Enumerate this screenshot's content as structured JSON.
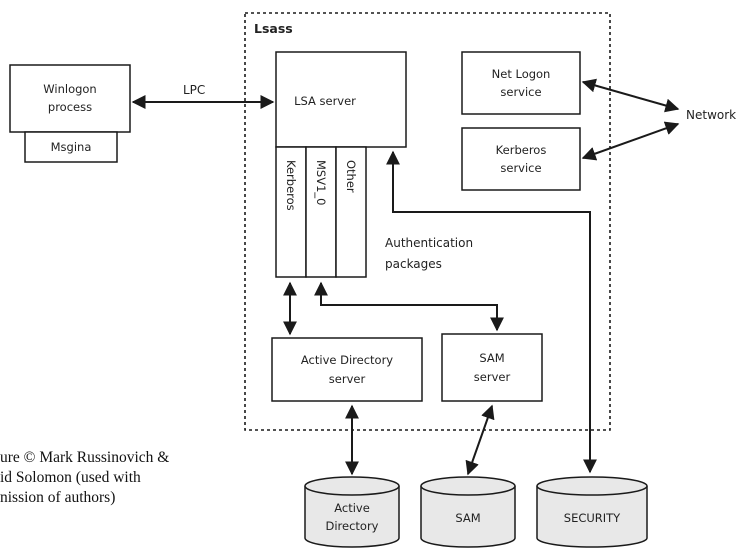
{
  "lsass": {
    "title": "Lsass"
  },
  "winlogon": {
    "label_1": "Winlogon",
    "label_2": "process",
    "msgina_label": "Msgina"
  },
  "lpc_label": "LPC",
  "lsa_server": {
    "label": "LSA server"
  },
  "packages": {
    "items": [
      "Kerberos",
      "MSV1_0",
      "Other"
    ],
    "caption_1": "Authentication",
    "caption_2": "packages"
  },
  "netlogon": {
    "label_1": "Net Logon",
    "label_2": "service"
  },
  "kerberos_service": {
    "label_1": "Kerberos",
    "label_2": "service"
  },
  "network_label": "Network",
  "active_directory_server": {
    "label_1": "Active Directory",
    "label_2": "server"
  },
  "sam_server": {
    "label_1": "SAM",
    "label_2": "server"
  },
  "databases": {
    "active_directory": {
      "label_1": "Active",
      "label_2": "Directory"
    },
    "sam": {
      "label": "SAM"
    },
    "security": {
      "label": "SECURITY"
    }
  },
  "caption": "ure © Mark Russinovich &\nid Solomon (used with\nnission of authors)",
  "colors": {
    "stroke": "#1a1a1a",
    "database_fill": "#e8e8e8",
    "background": "#ffffff"
  }
}
